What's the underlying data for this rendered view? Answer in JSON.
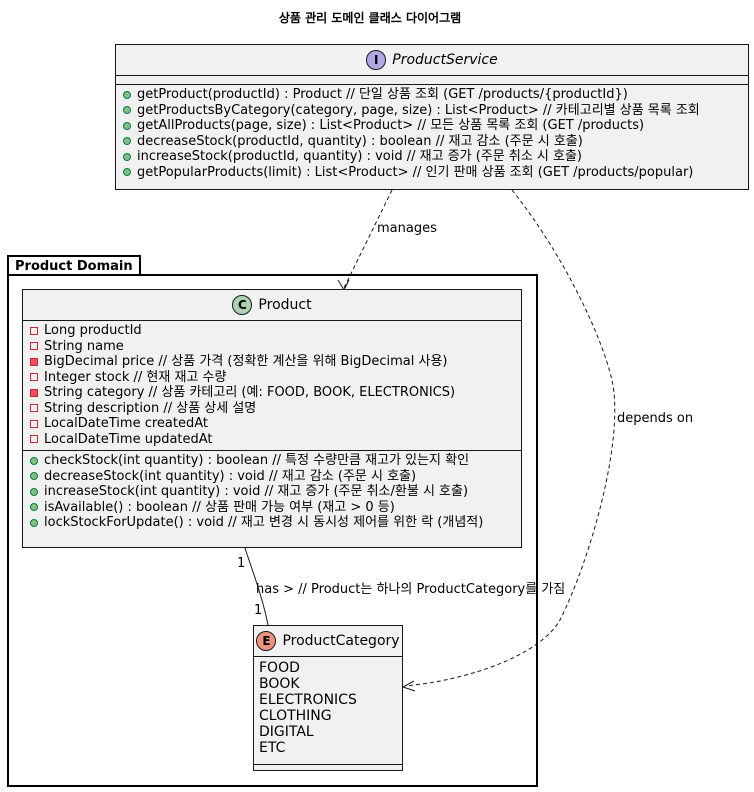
{
  "title": "상품 관리 도메인 클래스 다이어그램",
  "colors": {
    "box_bg": "#f1f1f1",
    "interface_badge": "#b4a7e5",
    "class_badge": "#add1b2",
    "enum_badge": "#eb937f"
  },
  "service": {
    "badge": "I",
    "name": "ProductService",
    "methods": [
      "getProduct(productId) : Product // 단일 상품 조회 (GET /products/{productId})",
      "getProductsByCategory(category, page, size) : List<Product> // 카테고리별 상품 목록 조회",
      "getAllProducts(page, size) : List<Product> // 모든 상품 목록 조회 (GET /products)",
      "decreaseStock(productId, quantity) : boolean // 재고 감소 (주문 시 호출)",
      "increaseStock(productId, quantity) : void // 재고 증가 (주문 취소 시 호출)",
      "getPopularProducts(limit) : List<Product> // 인기 판매 상품 조회 (GET /products/popular)"
    ]
  },
  "package": {
    "name": "Product Domain"
  },
  "product": {
    "badge": "C",
    "name": "Product",
    "fields": [
      {
        "text": "Long productId",
        "vis": "private"
      },
      {
        "text": "String name",
        "vis": "private"
      },
      {
        "text": "BigDecimal price // 상품 가격 (정확한 계산을 위해 BigDecimal 사용)",
        "vis": "private-filled"
      },
      {
        "text": "Integer stock // 현재 재고 수량",
        "vis": "private"
      },
      {
        "text": "String category // 상품 카테고리 (예: FOOD, BOOK, ELECTRONICS)",
        "vis": "private-filled"
      },
      {
        "text": "String description // 상품 상세 설명",
        "vis": "private"
      },
      {
        "text": "LocalDateTime createdAt",
        "vis": "private"
      },
      {
        "text": "LocalDateTime updatedAt",
        "vis": "private"
      }
    ],
    "methods": [
      "checkStock(int quantity) : boolean // 특정 수량만큼 재고가 있는지 확인",
      "decreaseStock(int quantity) : void // 재고 감소 (주문 시 호출)",
      "increaseStock(int quantity) : void // 재고 증가 (주문 취소/환불 시 호출)",
      "isAvailable() : boolean // 상품 판매 가능 여부 (재고 > 0 등)",
      "lockStockForUpdate() : void // 재고 변경 시 동시성 제어를 위한 락 (개념적)"
    ]
  },
  "category": {
    "badge": "E",
    "name": "ProductCategory",
    "values": [
      "FOOD",
      "BOOK",
      "ELECTRONICS",
      "CLOTHING",
      "DIGITAL",
      "ETC"
    ]
  },
  "relations": {
    "manages": "manages",
    "depends_on": "depends on",
    "has": "has > // Product는 하나의 ProductCategory를 가짐",
    "mult_product": "1",
    "mult_category": "1"
  }
}
